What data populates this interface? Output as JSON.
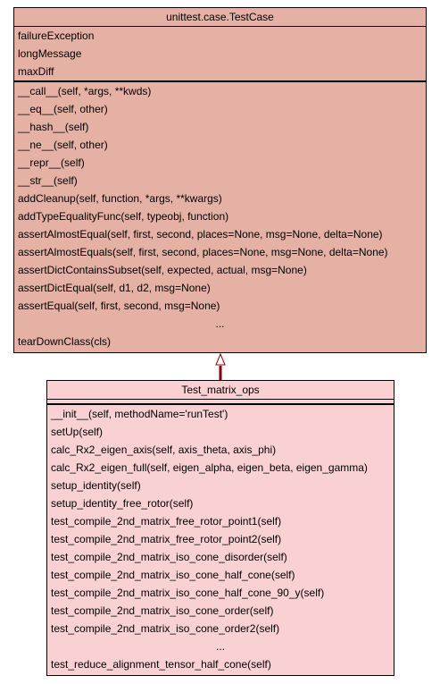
{
  "base_class": {
    "name": "unittest.case.TestCase",
    "attributes": [
      "failureException",
      "longMessage",
      "maxDiff"
    ],
    "methods": [
      "__call__(self, *args, **kwds)",
      "__eq__(self, other)",
      "__hash__(self)",
      "__ne__(self, other)",
      "__repr__(self)",
      "__str__(self)",
      "addCleanup(self, function, *args, **kwargs)",
      "addTypeEqualityFunc(self, typeobj, function)",
      "assertAlmostEqual(self, first, second, places=None, msg=None, delta=None)",
      "assertAlmostEquals(self, first, second, places=None, msg=None, delta=None)",
      "assertDictContainsSubset(self, expected, actual, msg=None)",
      "assertDictEqual(self, d1, d2, msg=None)",
      "assertEqual(self, first, second, msg=None)",
      "...",
      "tearDownClass(cls)"
    ],
    "color": "#e5b1a4"
  },
  "derived_class": {
    "name": "Test_matrix_ops",
    "attributes": [],
    "methods": [
      "__init__(self, methodName='runTest')",
      "setUp(self)",
      "calc_Rx2_eigen_axis(self, axis_theta, axis_phi)",
      "calc_Rx2_eigen_full(self, eigen_alpha, eigen_beta, eigen_gamma)",
      "setup_identity(self)",
      "setup_identity_free_rotor(self)",
      "test_compile_2nd_matrix_free_rotor_point1(self)",
      "test_compile_2nd_matrix_free_rotor_point2(self)",
      "test_compile_2nd_matrix_iso_cone_disorder(self)",
      "test_compile_2nd_matrix_iso_cone_half_cone(self)",
      "test_compile_2nd_matrix_iso_cone_half_cone_90_y(self)",
      "test_compile_2nd_matrix_iso_cone_order(self)",
      "test_compile_2nd_matrix_iso_cone_order2(self)",
      "...",
      "test_reduce_alignment_tensor_half_cone(self)"
    ],
    "color": "#f9d1d3"
  },
  "inheritance_arrow_color": "#8b0000"
}
